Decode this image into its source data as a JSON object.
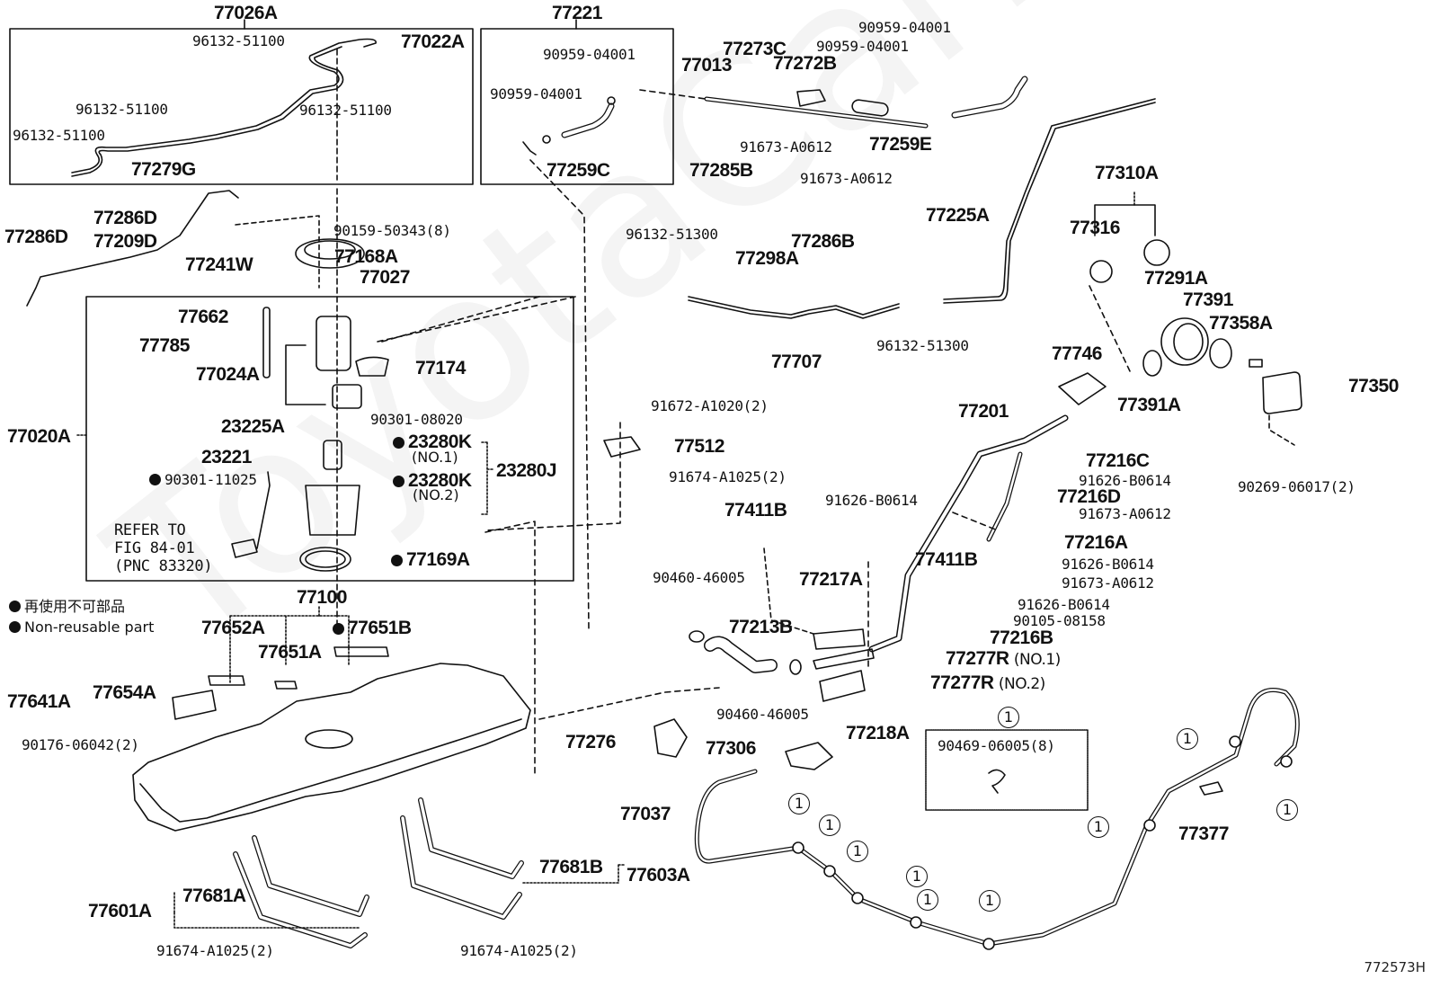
{
  "diagram": {
    "figure_code": "772573H",
    "watermark": "ToyotaCarMine.ru",
    "legend": {
      "non_reusable_jp": "再使用不可部品",
      "non_reusable_en": "Non-reusable part"
    },
    "reference_note": {
      "line1": "REFER TO",
      "line2": "FIG 84-01",
      "line3": "(PNC 83320)"
    },
    "circled_marker": "1",
    "groups": {
      "vent_line_box": "77026A",
      "hose_box": "77221",
      "pump_box": "77020A",
      "tank": "77100",
      "send_gauge_set": "23280J",
      "band_left": "77601A",
      "band_right": "77603A",
      "protector_set": "77641A",
      "cap_set": "77310A"
    },
    "labels": {
      "p96132_a": "96132-51100",
      "p77022A": "77022A",
      "p96132_b": "96132-51100",
      "p96132_c": "96132-51100",
      "p96132_d": "96132-51100",
      "p77279G": "77279G",
      "p90959_a": "90959-04001",
      "p90959_b": "90959-04001",
      "p77259C": "77259C",
      "p77013": "77013",
      "p77273C": "77273C",
      "p77272B": "77272B",
      "p90959_c": "90959-04001",
      "p90959_d": "90959-04001",
      "p77259E": "77259E",
      "p91673_a": "91673-A0612",
      "p77285B": "77285B",
      "p91673_b": "91673-A0612",
      "p77225A": "77225A",
      "p77286D_a": "77286D",
      "p77286D_b": "77286D",
      "p77209D": "77209D",
      "p77241W": "77241W",
      "p90159": "90159-50343(8)",
      "p77168A": "77168A",
      "p77027": "77027",
      "p96132_51300_a": "96132-51300",
      "p77298A": "77298A",
      "p77286B": "77286B",
      "p77707": "77707",
      "p96132_51300_b": "96132-51300",
      "p77316": "77316",
      "p77291A": "77291A",
      "p77391": "77391",
      "p77358A": "77358A",
      "p77746": "77746",
      "p77391A": "77391A",
      "p77350": "77350",
      "p90269": "90269-06017(2)",
      "p77662": "77662",
      "p77785": "77785",
      "p77024A": "77024A",
      "p77174": "77174",
      "p23225A": "23225A",
      "p90301_08020": "90301-08020",
      "p23221": "23221",
      "p23280K_1": "23280K",
      "no1": "(NO.1)",
      "p23280K_2": "23280K",
      "no2": "(NO.2)",
      "p90301_11025": "90301-11025",
      "p77169A": "77169A",
      "p77652A": "77652A",
      "p77651A": "77651A",
      "p77651B": "77651B",
      "p77654A": "77654A",
      "p90176": "90176-06042(2)",
      "p77681A": "77681A",
      "p91674_a": "91674-A1025(2)",
      "p91674_b": "91674-A1025(2)",
      "p77681B": "77681B",
      "p91672": "91672-A1020(2)",
      "p77512": "77512",
      "p91674_c": "91674-A1025(2)",
      "p77201": "77201",
      "p77216C": "77216C",
      "p91626_a": "91626-B0614",
      "p77216D": "77216D",
      "p91673_c": "91673-A0612",
      "p77216A": "77216A",
      "p91626_b": "91626-B0614",
      "p91673_d": "91673-A0612",
      "p77411B_a": "77411B",
      "p91626_c": "91626-B0614",
      "p77411B_b": "77411B",
      "p91626_d": "91626-B0614",
      "p90105": "90105-08158",
      "p77216B": "77216B",
      "p77277R_1": "77277R",
      "p77277R_2": "77277R",
      "p90460_a": "90460-46005",
      "p77213B": "77213B",
      "p77217A": "77217A",
      "p90460_b": "90460-46005",
      "p77218A": "77218A",
      "p77276": "77276",
      "p77306": "77306",
      "p77037": "77037",
      "p90469": "90469-06005(8)",
      "p77377": "77377"
    }
  }
}
